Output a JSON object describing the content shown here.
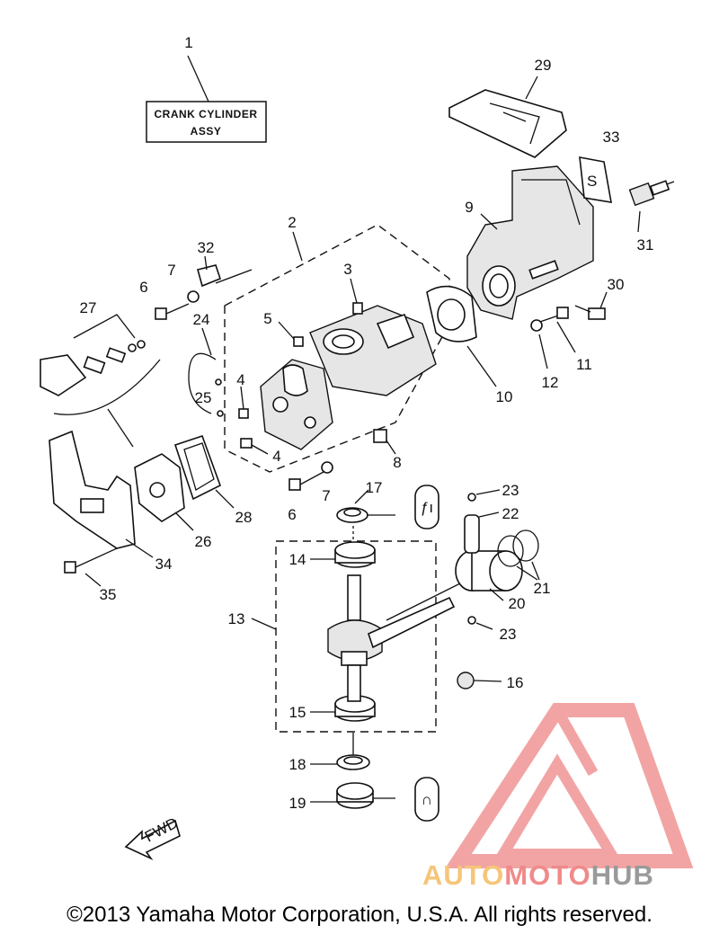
{
  "title_box": {
    "line1": "CRANK CYLINDER",
    "line2": "ASSY"
  },
  "callouts": [
    "1",
    "2",
    "3",
    "4",
    "4",
    "5",
    "6",
    "6",
    "7",
    "7",
    "8",
    "9",
    "10",
    "11",
    "12",
    "13",
    "14",
    "15",
    "16",
    "17",
    "18",
    "19",
    "20",
    "21",
    "22",
    "23",
    "23",
    "24",
    "25",
    "26",
    "27",
    "28",
    "29",
    "30",
    "31",
    "32",
    "33",
    "34",
    "35"
  ],
  "fwd_label": "FWD",
  "decal_letter": "S",
  "copyright": "©2013 Yamaha Motor Corporation, U.S.A. All rights reserved.",
  "logo": {
    "part1": "AUTO",
    "part2": "MOTO",
    "part3": "HUB"
  },
  "colors": {
    "logo_red": "#e85a5a",
    "logo_orange": "#f6c57a",
    "logo_gray": "#9a9a9a"
  }
}
